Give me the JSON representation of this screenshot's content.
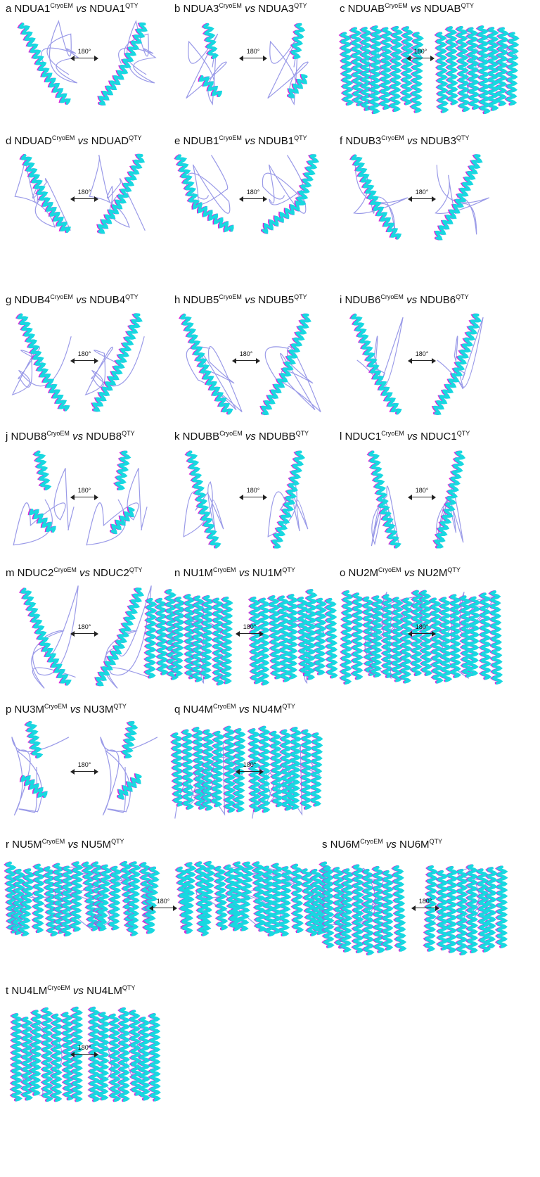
{
  "figure": {
    "rotation_label": "180°",
    "colors": {
      "cryoem": "#e020d8",
      "qty": "#18d8e0",
      "loop": "#9a9ae8"
    },
    "panels": [
      {
        "letter": "a",
        "protein": "NDUA1",
        "sup1": "CryoEM",
        "vs": "vs",
        "sup2": "QTY"
      },
      {
        "letter": "b",
        "protein": "NDUA3",
        "sup1": "CryoEM",
        "vs": "vs",
        "sup2": "QTY"
      },
      {
        "letter": "c",
        "protein": "NDUAB",
        "sup1": "CryoEM",
        "vs": "vs",
        "sup2": "QTY"
      },
      {
        "letter": "d",
        "protein": "NDUAD",
        "sup1": "CryoEM",
        "vs": "vs",
        "sup2": "QTY"
      },
      {
        "letter": "e",
        "protein": "NDUB1",
        "sup1": "CryoEM",
        "vs": "vs",
        "sup2": "QTY"
      },
      {
        "letter": "f",
        "protein": "NDUB3",
        "sup1": "CryoEM",
        "vs": "vs",
        "sup2": "QTY"
      },
      {
        "letter": "g",
        "protein": "NDUB4",
        "sup1": "CryoEM",
        "vs": "vs",
        "sup2": "QTY"
      },
      {
        "letter": "h",
        "protein": "NDUB5",
        "sup1": "CryoEM",
        "vs": "vs",
        "sup2": "QTY"
      },
      {
        "letter": "i",
        "protein": "NDUB6",
        "sup1": "CryoEM",
        "vs": "vs",
        "sup2": "QTY"
      },
      {
        "letter": "j",
        "protein": "NDUB8",
        "sup1": "CryoEM",
        "vs": "vs",
        "sup2": "QTY"
      },
      {
        "letter": "k",
        "protein": "NDUBB",
        "sup1": "CryoEM",
        "vs": "vs",
        "sup2": "QTY"
      },
      {
        "letter": "l",
        "protein": "NDUC1",
        "sup1": "CryoEM",
        "vs": "vs",
        "sup2": "QTY"
      },
      {
        "letter": "m",
        "protein": "NDUC2",
        "sup1": "CryoEM",
        "vs": "vs",
        "sup2": "QTY"
      },
      {
        "letter": "n",
        "protein": "NU1M",
        "sup1": "CryoEM",
        "vs": "vs",
        "sup2": "QTY"
      },
      {
        "letter": "o",
        "protein": "NU2M",
        "sup1": "CryoEM",
        "vs": "vs",
        "sup2": "QTY"
      },
      {
        "letter": "p",
        "protein": "NU3M",
        "sup1": "CryoEM",
        "vs": "vs",
        "sup2": "QTY"
      },
      {
        "letter": "q",
        "protein": "NU4M",
        "sup1": "CryoEM",
        "vs": "vs",
        "sup2": "QTY"
      },
      {
        "letter": "r",
        "protein": "NU5M",
        "sup1": "CryoEM",
        "vs": "vs",
        "sup2": "QTY"
      },
      {
        "letter": "s",
        "protein": "NU6M",
        "sup1": "CryoEM",
        "vs": "vs",
        "sup2": "QTY"
      },
      {
        "letter": "t",
        "protein": "NU4LM",
        "sup1": "CryoEM",
        "vs": "vs",
        "sup2": "QTY"
      }
    ]
  }
}
